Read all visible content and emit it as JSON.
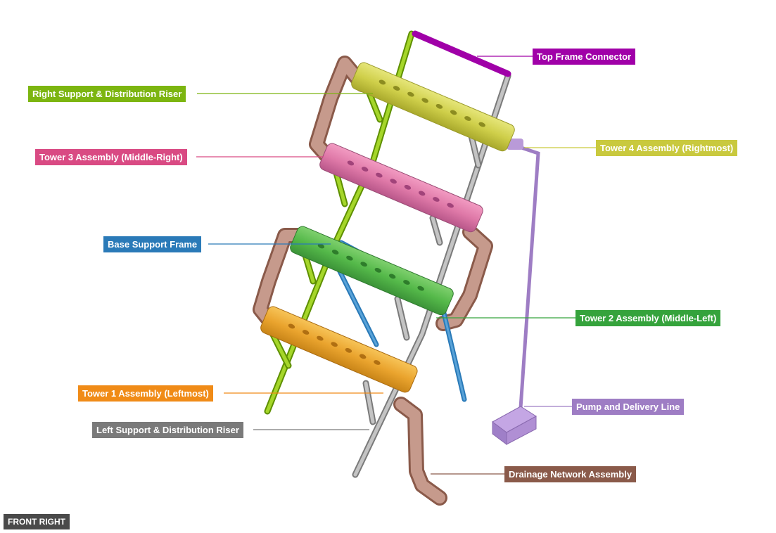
{
  "view_label": "FRONT RIGHT",
  "components": {
    "top_frame": {
      "label": "Top Frame Connector",
      "color": "#a000a8"
    },
    "right_riser": {
      "label": "Right Support & Distribution Riser",
      "color": "#7cb510"
    },
    "tower4": {
      "label": "Tower 4 Assembly (Rightmost)",
      "color": "#c9c93e"
    },
    "tower3": {
      "label": "Tower 3 Assembly (Middle-Right)",
      "color": "#d94a83"
    },
    "base_frame": {
      "label": "Base Support Frame",
      "color": "#2a7ab8"
    },
    "tower2": {
      "label": "Tower 2 Assembly (Middle-Left)",
      "color": "#35a33c"
    },
    "pump": {
      "label": "Pump and Delivery Line",
      "color": "#9e7dc4"
    },
    "tower1": {
      "label": "Tower 1 Assembly (Leftmost)",
      "color": "#f08b17"
    },
    "left_riser": {
      "label": "Left Support & Distribution Riser",
      "color": "#7a7a7a"
    },
    "drainage": {
      "label": "Drainage Network Assembly",
      "color": "#8a5a4a"
    }
  }
}
